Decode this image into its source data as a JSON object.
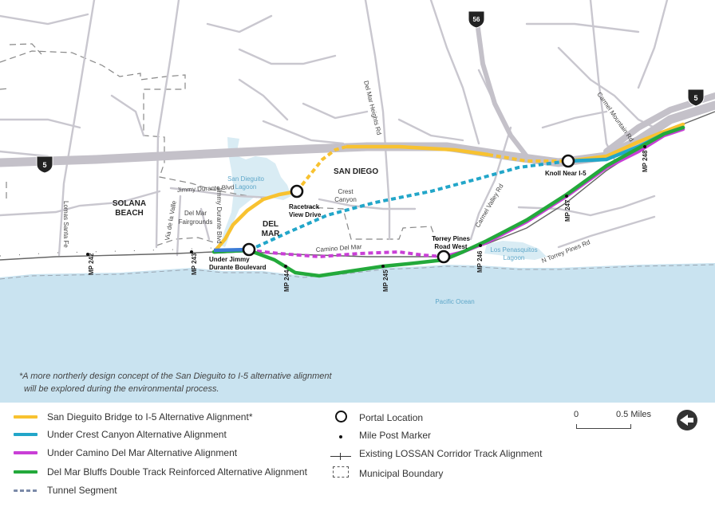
{
  "colors": {
    "ocean": "#c9e3f0",
    "land": "#ffffff",
    "roads": "#c7c5cc",
    "freeway": "#c4c1c9",
    "water_label": "#5ea7c9",
    "san_dieguito": "#f8c230",
    "crest_canyon": "#22a6c9",
    "camino_del_mar": "#c93fd6",
    "del_mar_bluffs": "#23a93b",
    "tunnel": "#7b8aa8",
    "existing_track": "#666666"
  },
  "shields": {
    "i5_west": "5",
    "i5_east": "5",
    "sr56": "56"
  },
  "labels": {
    "san_diego": "SAN DIEGO",
    "solana_beach_1": "SOLANA",
    "solana_beach_2": "BEACH",
    "del_mar_1": "DEL",
    "del_mar_2": "MAR",
    "san_dieguito_lagoon_1": "San Dieguito",
    "san_dieguito_lagoon_2": "Lagoon",
    "los_penasquitos_lagoon_1": "Los Penasquitos",
    "los_penasquitos_lagoon_2": "Lagoon",
    "pacific_ocean": "Pacific Ocean",
    "del_mar_fairgrounds_1": "Del Mar",
    "del_mar_fairgrounds_2": "Fairgrounds",
    "crest_canyon_1": "Crest",
    "crest_canyon_2": "Canyon",
    "racetrack_1": "Racetrack",
    "racetrack_2": "View Drive",
    "knoll": "Knoll Near I-5",
    "torrey_1": "Torrey Pines",
    "torrey_2": "Road West",
    "jimmy_1": "Under Jimmy",
    "jimmy_2": "Durante Boulevard"
  },
  "roads": {
    "lomas_santa_fe": "Lomas Santa Fe",
    "via_de_la_valle": "Via de la Valle",
    "jimmy_durante": "Jimmy Durante Blvd",
    "del_mar_heights": "Del Mar Heights Rd",
    "camino_del_mar": "Camino Del Mar",
    "carmel_valley": "Carmel Valley Rd",
    "carmel_mountain": "Carmel Mountain Rd",
    "n_torrey_pines": "N Torrey Pines Rd"
  },
  "mile_posts": [
    "MP 242",
    "MP 243",
    "MP 244",
    "MP 245",
    "MP 246",
    "MP 247",
    "MP 248"
  ],
  "footnote": {
    "line1": "*A more northerly design concept of the San Dieguito to I-5 alternative alignment",
    "line2": "will be explored during the environmental process."
  },
  "legend": {
    "san_dieguito": "San Dieguito Bridge to I-5 Alternative Alignment*",
    "crest_canyon": "Under Crest Canyon Alternative Alignment",
    "camino_del_mar": "Under Camino Del Mar Alternative  Alignment",
    "del_mar_bluffs": "Del Mar Bluffs Double Track Reinforced Alternative Alignment",
    "tunnel": "Tunnel Segment",
    "portal": "Portal Location",
    "mile_post": "Mile Post Marker",
    "existing_track": "Existing LOSSAN Corridor Track Alignment",
    "municipal": "Municipal Boundary"
  },
  "scale": {
    "start": "0",
    "end": "0.5 Miles"
  },
  "north_icon": "north-arrow-icon"
}
